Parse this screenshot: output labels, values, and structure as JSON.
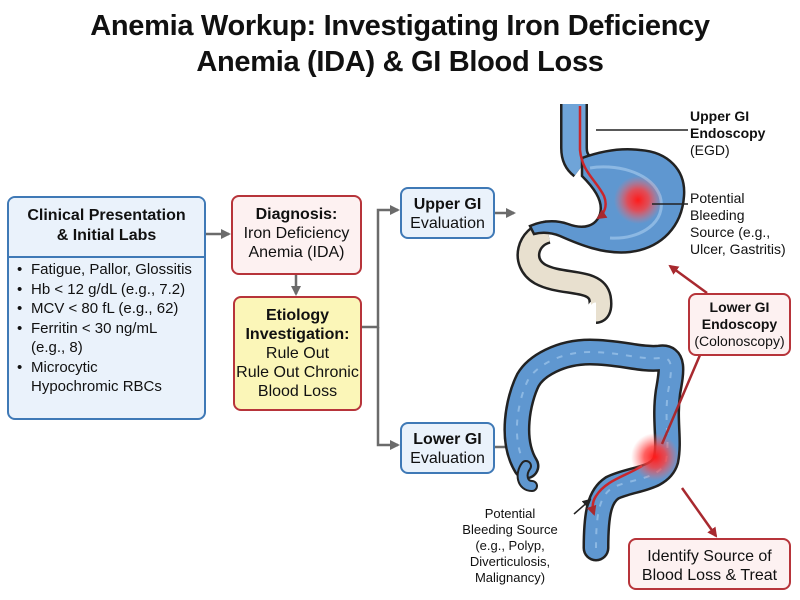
{
  "title": {
    "line1": "Anemia Workup: Investigating Iron Deficiency",
    "line2": "Anemia (IDA) & GI Blood Loss"
  },
  "clinical": {
    "heading_line1": "Clinical Presentation",
    "heading_line2": "& Initial Labs",
    "items": [
      {
        "lines": [
          "Fatigue, Pallor, Glossitis"
        ]
      },
      {
        "lines": [
          "Hb < 12 g/dL (e.g., 7.2)"
        ]
      },
      {
        "lines": [
          "MCV < 80 fL (e.g., 62)"
        ]
      },
      {
        "lines": [
          "Ferritin < 30 ng/mL",
          "(e.g., 8)"
        ]
      },
      {
        "lines": [
          "Microcytic",
          "Hypochromic RBCs"
        ]
      }
    ]
  },
  "diagnosis": {
    "heading": "Diagnosis:",
    "line1": "Iron Deficiency",
    "line2": "Anemia (IDA)"
  },
  "etiology": {
    "heading_line1": "Etiology",
    "heading_line2": "Investigation:",
    "line1": "Rule Out",
    "line2": "Rule Out Chronic",
    "line3": "Blood Loss"
  },
  "upper_eval": {
    "line1": "Upper GI",
    "line2": "Evaluation"
  },
  "lower_eval": {
    "line1": "Lower GI",
    "line2": "Evaluation"
  },
  "upper_endoscopy": {
    "line1": "Upper GI",
    "line2": "Endoscopy",
    "line3": "(EGD)"
  },
  "upper_bleed": {
    "line1": "Potential",
    "line2": "Bleeding",
    "line3": "Source (e.g.,",
    "line4": "Ulcer, Gastritis)"
  },
  "lower_endoscopy": {
    "line1": "Lower GI",
    "line2": "Endoscopy",
    "line3": "(Colonoscopy)"
  },
  "lower_bleed": {
    "line1": "Potential",
    "line2": "Bleeding Source",
    "line3": "(e.g., Polyp,",
    "line4": "Diverticulosis,",
    "line5": "Malignancy)"
  },
  "outcome": {
    "line1": "Identify Source of",
    "line2": "Blood Loss & Treat"
  },
  "colors": {
    "blue_border": "#3f79b6",
    "red_border": "#b7343a",
    "yellow_fill": "#fbf6b8",
    "organ_fill": "#5f97d0",
    "bleed": "#e8232a",
    "arrow_gray": "#6b6b6b"
  }
}
